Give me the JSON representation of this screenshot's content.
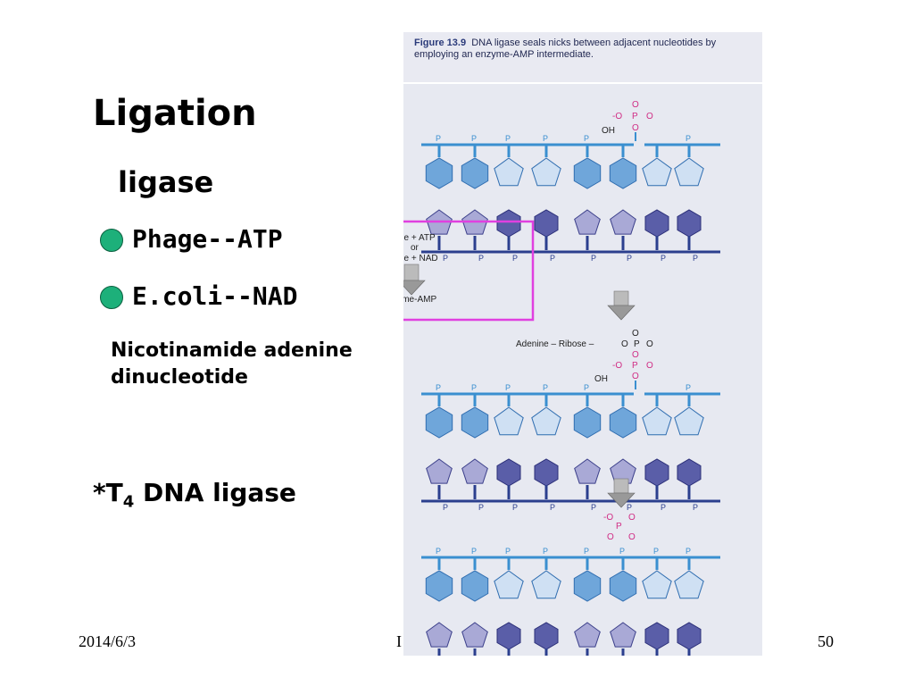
{
  "slide": {
    "title": "Ligation",
    "subtitle": "ligase",
    "bullets": [
      "Phage--ATP",
      "E.coli--NAD"
    ],
    "nad_expansion_line1": "Nicotinamide adenine",
    "nad_expansion_line2": "dinucleotide",
    "t4_prefix": "*T",
    "t4_subscript": "4",
    "t4_suffix": " DNA ligase",
    "footer_date": "2014/6/3",
    "footer_mid": "I",
    "page_number": "50"
  },
  "figure": {
    "caption_label": "Figure 13.9",
    "caption_text": "DNA ligase seals nicks between adjacent nucleotides by employing an enzyme-AMP intermediate.",
    "enzyme_line1": "Enzyme + ATP",
    "enzyme_or": "or",
    "enzyme_line2": "Enzyme + NAD",
    "enzyme_amp": "Enzyme-AMP",
    "adenine_ribose": "Adenine – Ribose –",
    "oh": "OH",
    "p": "P",
    "o": "O",
    "o_minus": "-O",
    "colors": {
      "backbone_top": "#3a8fd0",
      "backbone_bottom": "#2b3f8e",
      "phosphate_pink": "#d02c84",
      "highlight_box": "#e040e0"
    }
  }
}
